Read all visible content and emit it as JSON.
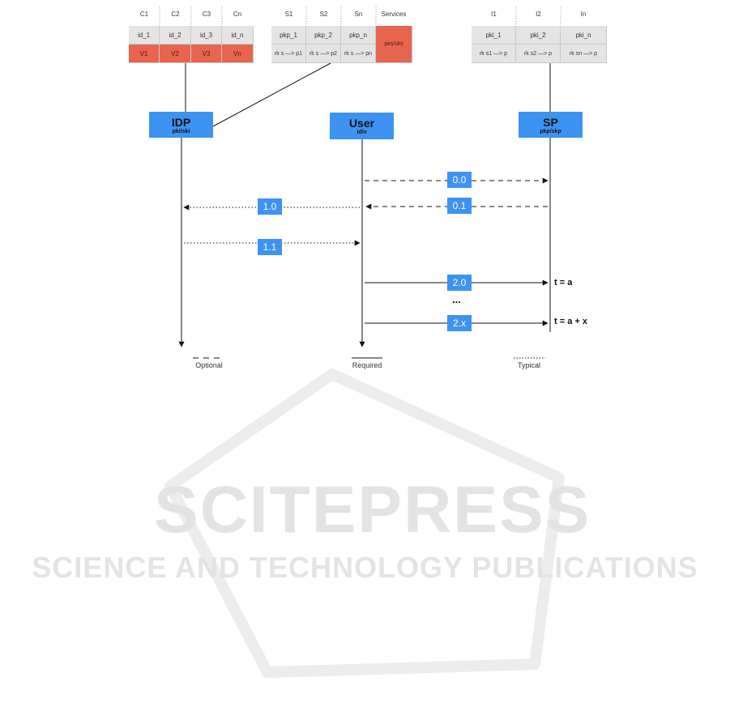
{
  "credential_table": {
    "headers": [
      "C1",
      "C2",
      "C3",
      "Cn"
    ],
    "row_ids": [
      "id_1",
      "id_2",
      "id_3",
      "id_n"
    ],
    "row_values": [
      "V1",
      "V2",
      "V3",
      "Vn"
    ]
  },
  "service_table": {
    "headers": [
      "S1",
      "S2",
      "Sn",
      "Services"
    ],
    "row_keys": [
      "pkp_1",
      "pkp_2",
      "pkp_n"
    ],
    "row_rekeys": [
      "rk s —> p1",
      "rk s —> p2",
      "rk s —> pn"
    ],
    "services_cell": "pks/sks"
  },
  "issuer_table": {
    "headers": [
      "I1",
      "I2",
      "In"
    ],
    "row_keys": [
      "pki_1",
      "pki_2",
      "pki_n"
    ],
    "row_rekeys": [
      "rk s1 —> p",
      "rk s2 —> p",
      "rk sn —> p"
    ]
  },
  "actors": {
    "idp": {
      "name": "IDP",
      "sub": "pki/ski"
    },
    "user": {
      "name": "User",
      "sub": "id/v"
    },
    "sp": {
      "name": "SP",
      "sub": "pkp/skp"
    }
  },
  "messages": [
    {
      "label": "0.0",
      "style": "dashed"
    },
    {
      "label": "0.1",
      "style": "dashed"
    },
    {
      "label": "1.0",
      "style": "dotted"
    },
    {
      "label": "1.1",
      "style": "dotted"
    },
    {
      "label": "2.0",
      "style": "solid"
    },
    {
      "label": "2.x",
      "style": "solid"
    }
  ],
  "ellipsis": "...",
  "time_notes": [
    "t = a",
    "t = a + x"
  ],
  "legend": {
    "optional": "Optional",
    "required": "Required",
    "typical": "Typical"
  },
  "watermark": {
    "title": "SCITEPRESS",
    "subtitle": "SCIENCE AND TECHNOLOGY PUBLICATIONS"
  },
  "colors": {
    "actor": "#3d93f1",
    "highlight": "#e7644f",
    "cell": "#e4e4e4"
  }
}
